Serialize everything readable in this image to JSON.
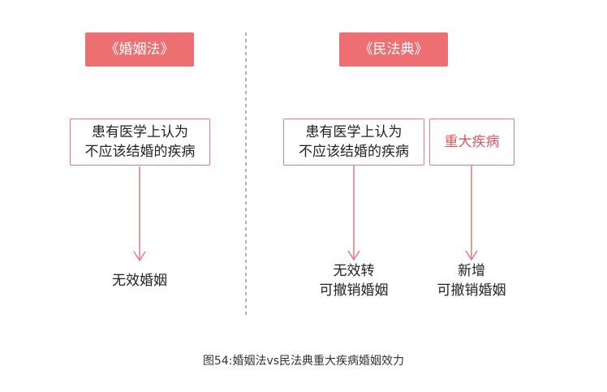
{
  "left": {
    "header": "《婚姻法》",
    "condition": [
      "患有医学上认为",
      "不应该结婚的疾病"
    ],
    "result": [
      "无效婚姻"
    ]
  },
  "right": {
    "header": "《民法典》",
    "condition1": [
      "患有医学上认为",
      "不应该结婚的疾病"
    ],
    "result1": [
      "无效转",
      "可撤销婚姻"
    ],
    "condition2": [
      "重大疾病"
    ],
    "result2": [
      "新增",
      "可撤销婚姻"
    ]
  },
  "caption": "图54:婚姻法vs民法典重大疾病婚姻效力",
  "colors": {
    "accent": "#ee6f71",
    "border": "#e87d80",
    "arrow": "#e8797c",
    "divider": "#b0b0b0"
  }
}
